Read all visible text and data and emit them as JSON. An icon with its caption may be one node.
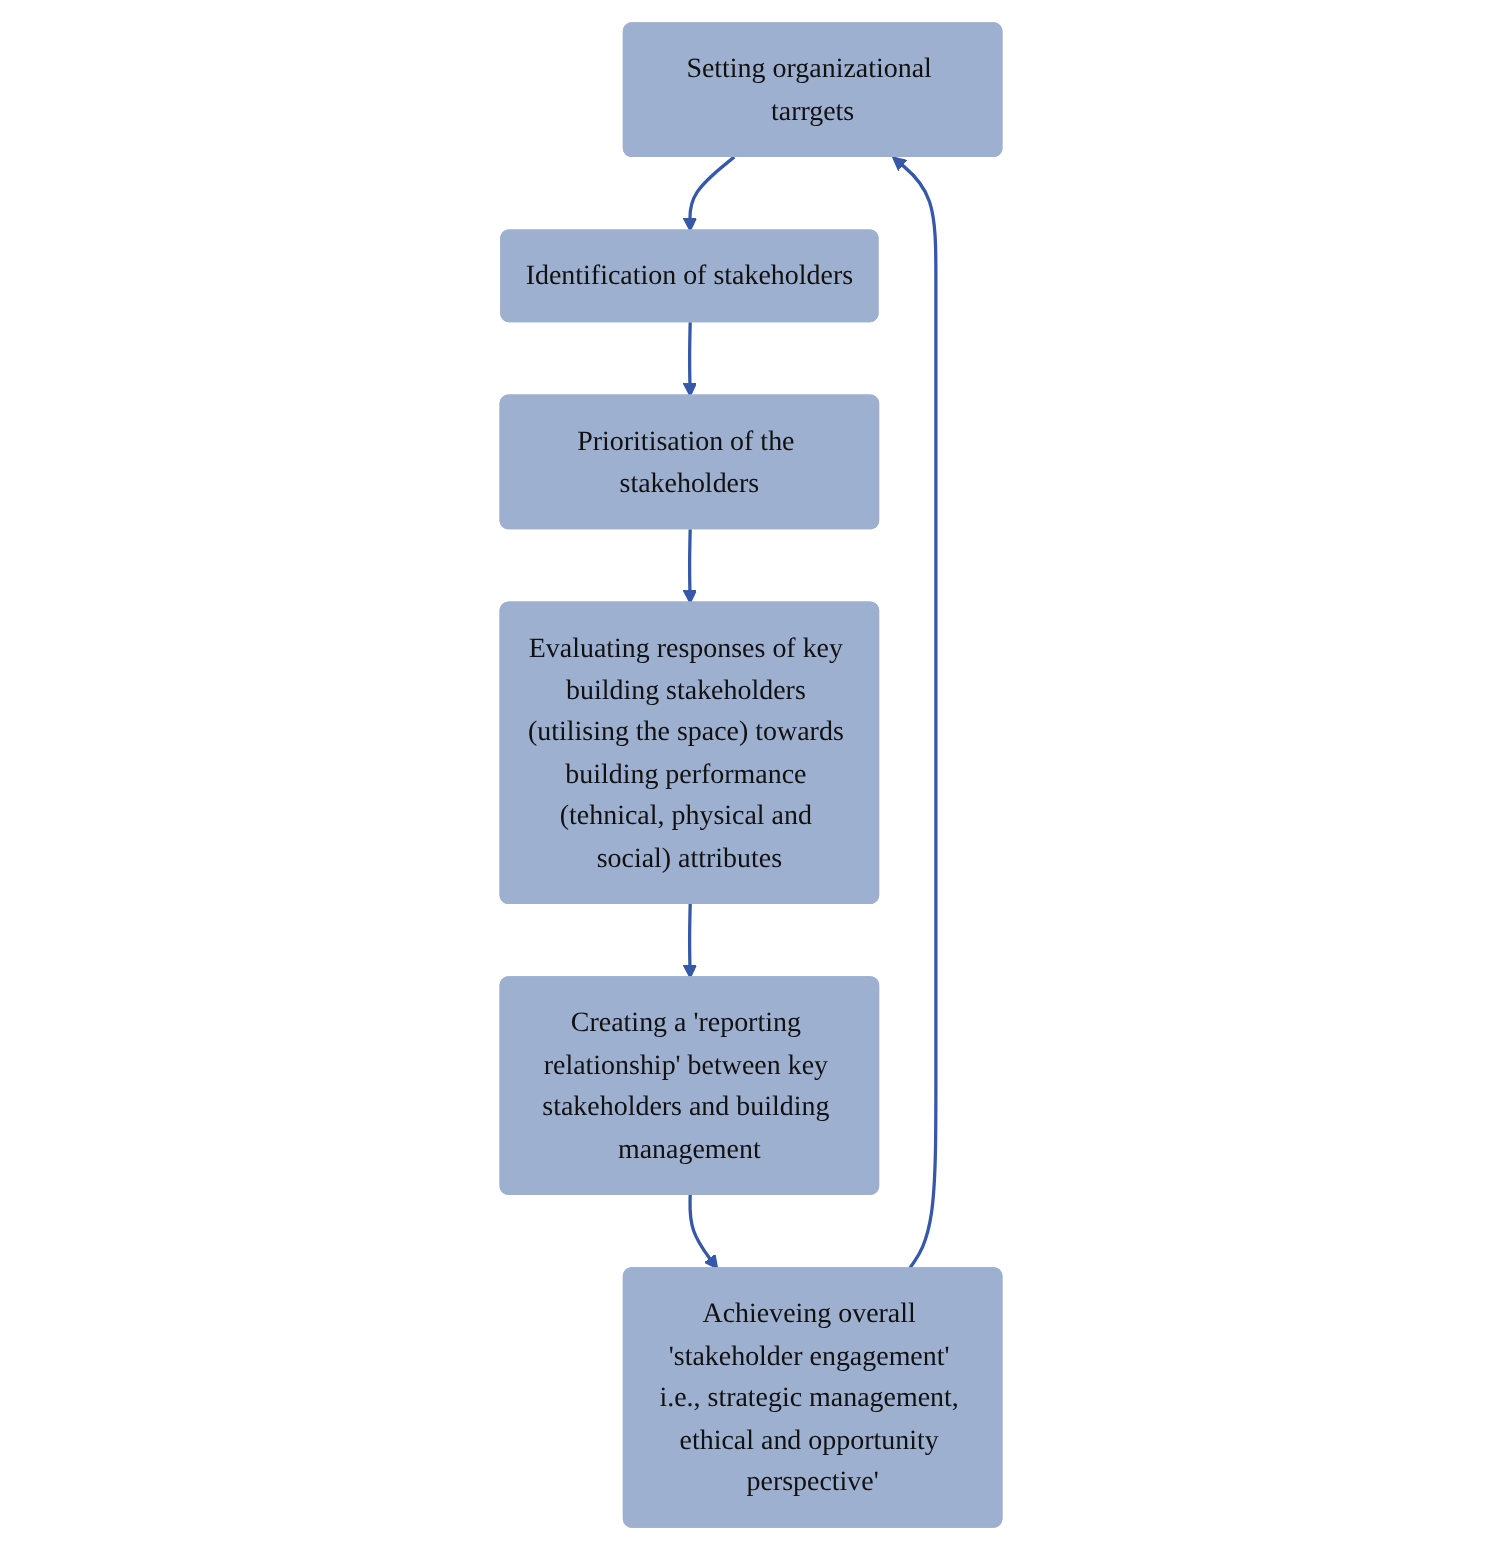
{
  "diagram": {
    "nodes": [
      {
        "text": [
          "Setting organizational tarrgets"
        ]
      },
      {
        "text": [
          "Identification of stakeholders"
        ]
      },
      {
        "text": [
          "Prioritisation of the stakeholders"
        ]
      },
      {
        "text": [
          "Evaluating responses of key building stakeholders (utilising the space) towards building performance (tehnical, physical and social) attributes"
        ]
      },
      {
        "text": [
          "Creating a 'reporting relationship' between key stakeholders and building management"
        ]
      },
      {
        "text": [
          "Achieveing overall 'stakeholder engagement' i.e., strategic management, ethical and opportunity perspective'"
        ]
      }
    ],
    "edges": [
      {
        "from": 0,
        "to": 1,
        "arrow": "to"
      },
      {
        "from": 1,
        "to": 2,
        "arrow": "to"
      },
      {
        "from": 2,
        "to": 3,
        "arrow": "to"
      },
      {
        "from": 3,
        "to": 4,
        "arrow": "to"
      },
      {
        "from": 4,
        "to": 5,
        "arrow": "to"
      },
      {
        "from": 5,
        "to": 0,
        "arrow": "to"
      }
    ]
  }
}
